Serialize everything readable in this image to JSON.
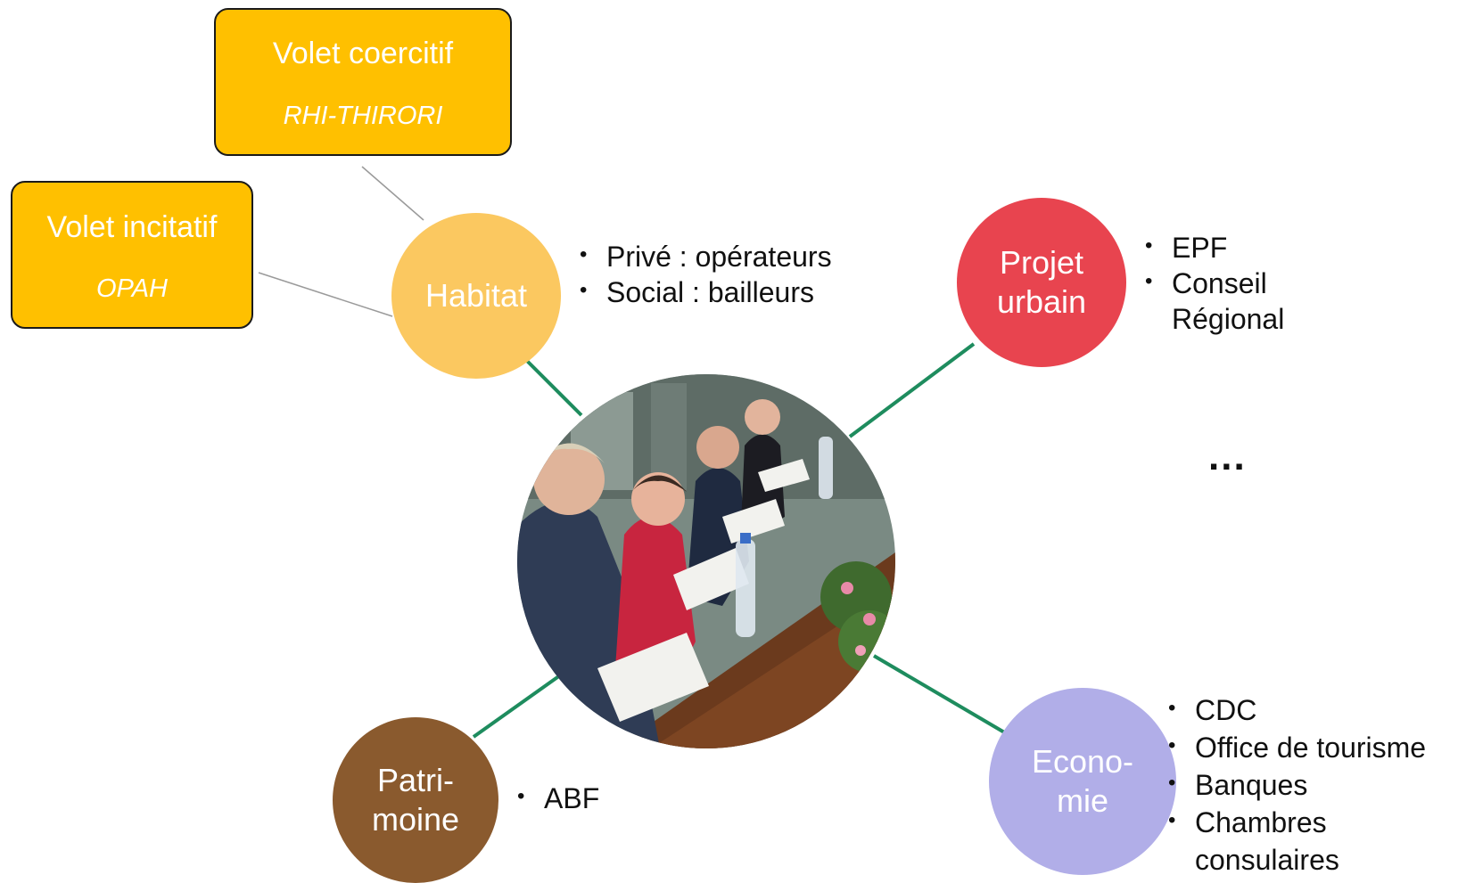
{
  "callouts": {
    "coercitif": {
      "title": "Volet coercitif",
      "subtitle": "RHI-THIRORI"
    },
    "incitatif": {
      "title": "Volet incitatif",
      "subtitle": "OPAH"
    }
  },
  "nodes": {
    "habitat": {
      "line1": "Habitat",
      "line2": "",
      "color": "#fbc860",
      "items": [
        "Privé : opérateurs",
        "Social : bailleurs"
      ]
    },
    "projet_urbain": {
      "line1": "Projet",
      "line2": "urbain",
      "color": "#e8444f",
      "items": [
        "EPF",
        "Conseil Régional"
      ]
    },
    "patrimoine": {
      "line1": "Patri-",
      "line2": "moine",
      "color": "#8a5a2e",
      "items": [
        "ABF"
      ]
    },
    "economie": {
      "line1": "Econo-",
      "line2": "mie",
      "color": "#b1aee8",
      "items": [
        "CDC",
        "Office de tourisme",
        "Banques",
        "Chambres consulaires"
      ]
    }
  },
  "more": "...",
  "colors": {
    "connector": "#1e8c5e",
    "callout_link": "#9a9a9a",
    "callout_fill": "#ffc000"
  }
}
